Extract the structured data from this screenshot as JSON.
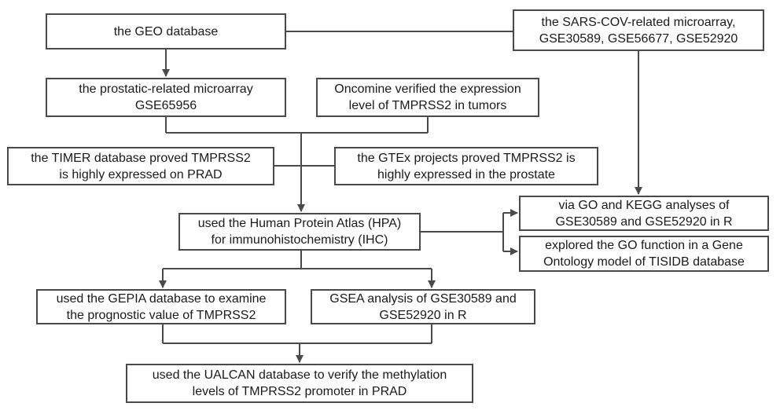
{
  "boxes": {
    "geo": {
      "line1": "the GEO database"
    },
    "sars": {
      "line1": "the  SARS-COV-related  microarray,",
      "line2": "GSE30589, GSE56677, GSE52920"
    },
    "prost": {
      "line1": "the prostatic-related microarray",
      "line2": "GSE65956"
    },
    "onco": {
      "line1": "Oncomine verified the expression",
      "line2": "level of TMPRSS2 in tumors"
    },
    "timer": {
      "line1": "the TIMER database proved  TMPRSS2",
      "line2": "is highly expressed on PRAD"
    },
    "gtex": {
      "line1": "the GTEx projects proved TMPRSS2 is",
      "line2": "highly expressed in the prostate"
    },
    "hpa": {
      "line1": "used the Human Protein Atlas (HPA)",
      "line2": "for immunohistochemistry (IHC)"
    },
    "go": {
      "line1": "via GO and KEGG analyses of",
      "line2": "GSE30589 and GSE52920 in R"
    },
    "tisidb": {
      "line1": "explored the GO function in a Gene",
      "line2": "Ontology model of TISIDB database"
    },
    "gepia": {
      "line1": "used the GEPIA database to examine",
      "line2": "the prognostic value of TMPRSS2"
    },
    "gsea": {
      "line1": "GSEA analysis of GSE30589 and",
      "line2": "GSE52920 in R"
    },
    "ualcan": {
      "line1": "used the UALCAN database to verify the methylation",
      "line2": "levels of TMPRSS2 promoter in PRAD"
    }
  },
  "colors": {
    "line": "#4a4a4a",
    "border": "#4a4a4a",
    "text": "#1a1a1a"
  }
}
